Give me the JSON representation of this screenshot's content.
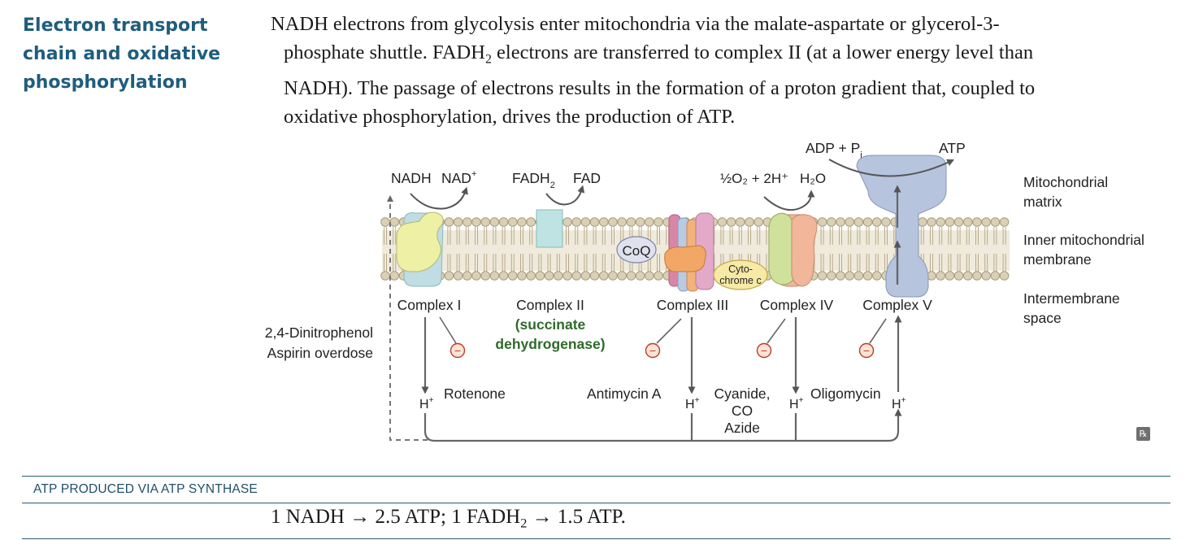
{
  "section_title": [
    "Electron transport",
    "chain and oxidative",
    "phosphorylation"
  ],
  "intro": {
    "line1": "NADH electrons from glycolysis enter mitochondria via the malate-aspartate or glycerol-3-",
    "line2_pre": "phosphate shuttle. FADH",
    "line2_sub": "2",
    "line2_post": " electrons are transferred to complex II (at a lower energy level than",
    "line3": "NADH). The passage of electrons results in the formation of a proton gradient that, coupled to",
    "line4": "oxidative phosphorylation, drives the production of ATP."
  },
  "diagram": {
    "nadh": "NADH",
    "nad": "NAD",
    "fadh2": "FADH",
    "fad": "FAD",
    "coq": "CoQ",
    "cytochrome_c": [
      "Cyto-",
      "chrome c"
    ],
    "oxygen": "½O₂ + 2H⁺",
    "water": "H₂O",
    "adp": "ADP + P",
    "atp": "ATP",
    "regions": {
      "matrix": [
        "Mitochondrial",
        "matrix"
      ],
      "inner_membrane": [
        "Inner mitochondrial",
        "membrane"
      ],
      "intermembrane": [
        "Intermembrane",
        "space"
      ]
    },
    "complexes": [
      "Complex I",
      "Complex II",
      "Complex III",
      "Complex IV",
      "Complex V"
    ],
    "complex_ii_subtitle": [
      "(succinate",
      "dehydrogenase)"
    ],
    "uncouplers": [
      "2,4-Dinitrophenol",
      "Aspirin overdose"
    ],
    "inhibitors": {
      "rotenone": "Rotenone",
      "antimycin": "Antimycin A",
      "cyanide": [
        "Cyanide,",
        "CO",
        "Azide"
      ],
      "oligomycin": "Oligomycin"
    },
    "proton": "H",
    "minus": "−",
    "colors": {
      "complex_i_yellow": "#eef0a6",
      "complex_i_blue": "#bfdde3",
      "complex_ii": "#bfe3e2",
      "complex_iv_salmon": "#f2b69a",
      "complex_iv_green": "#cfe19a",
      "complex_v": "#b7c4dd",
      "inhibitor": "#c0392b",
      "green_text": "#2e6b2a"
    }
  },
  "rx": "℞",
  "atp_header": "ATP PRODUCED VIA ATP SYNTHASE",
  "atp_equation": {
    "part1": "1 NADH → 2.5 ATP; 1 FADH",
    "sub": "2",
    "part2": " → 1.5 ATP."
  }
}
